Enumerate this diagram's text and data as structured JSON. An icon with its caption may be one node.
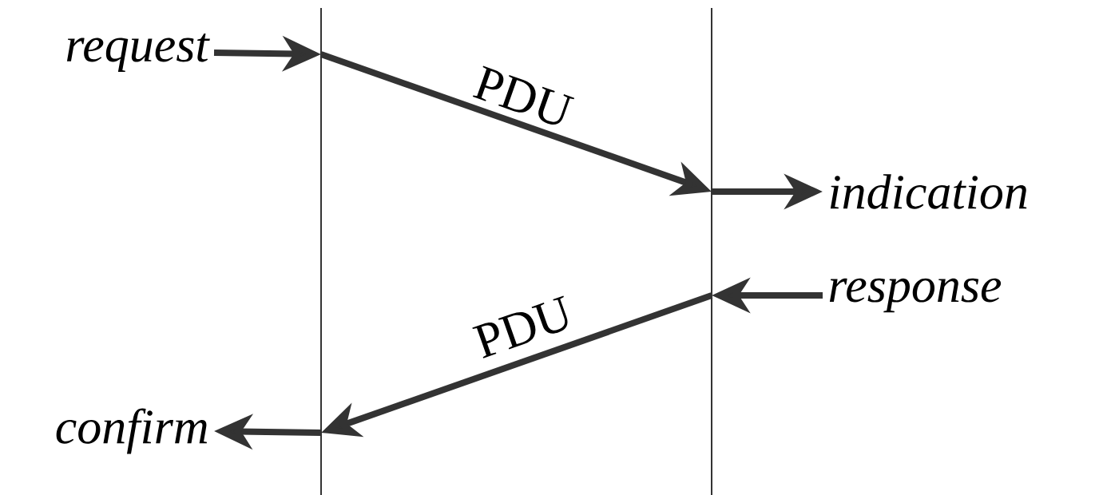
{
  "diagram": {
    "nodes": [
      {
        "text": [
          "request"
        ]
      },
      {
        "text": [],
        "shape": "bar"
      },
      {
        "text": [],
        "shape": "bar"
      },
      {
        "text": [
          "indication"
        ]
      },
      {
        "text": [
          "response"
        ]
      },
      {
        "text": [
          "confirm"
        ]
      }
    ],
    "edges": [
      {
        "from": 0,
        "to": 1,
        "arrow": "to"
      },
      {
        "from": 1,
        "to": 2,
        "arrow": "to",
        "label": "PDU"
      },
      {
        "from": 2,
        "to": 3,
        "arrow": "to"
      },
      {
        "from": 4,
        "to": 2,
        "arrow": "to"
      },
      {
        "from": 2,
        "to": 1,
        "arrow": "to",
        "label": "PDU"
      },
      {
        "from": 1,
        "to": 5,
        "arrow": "to"
      }
    ]
  }
}
